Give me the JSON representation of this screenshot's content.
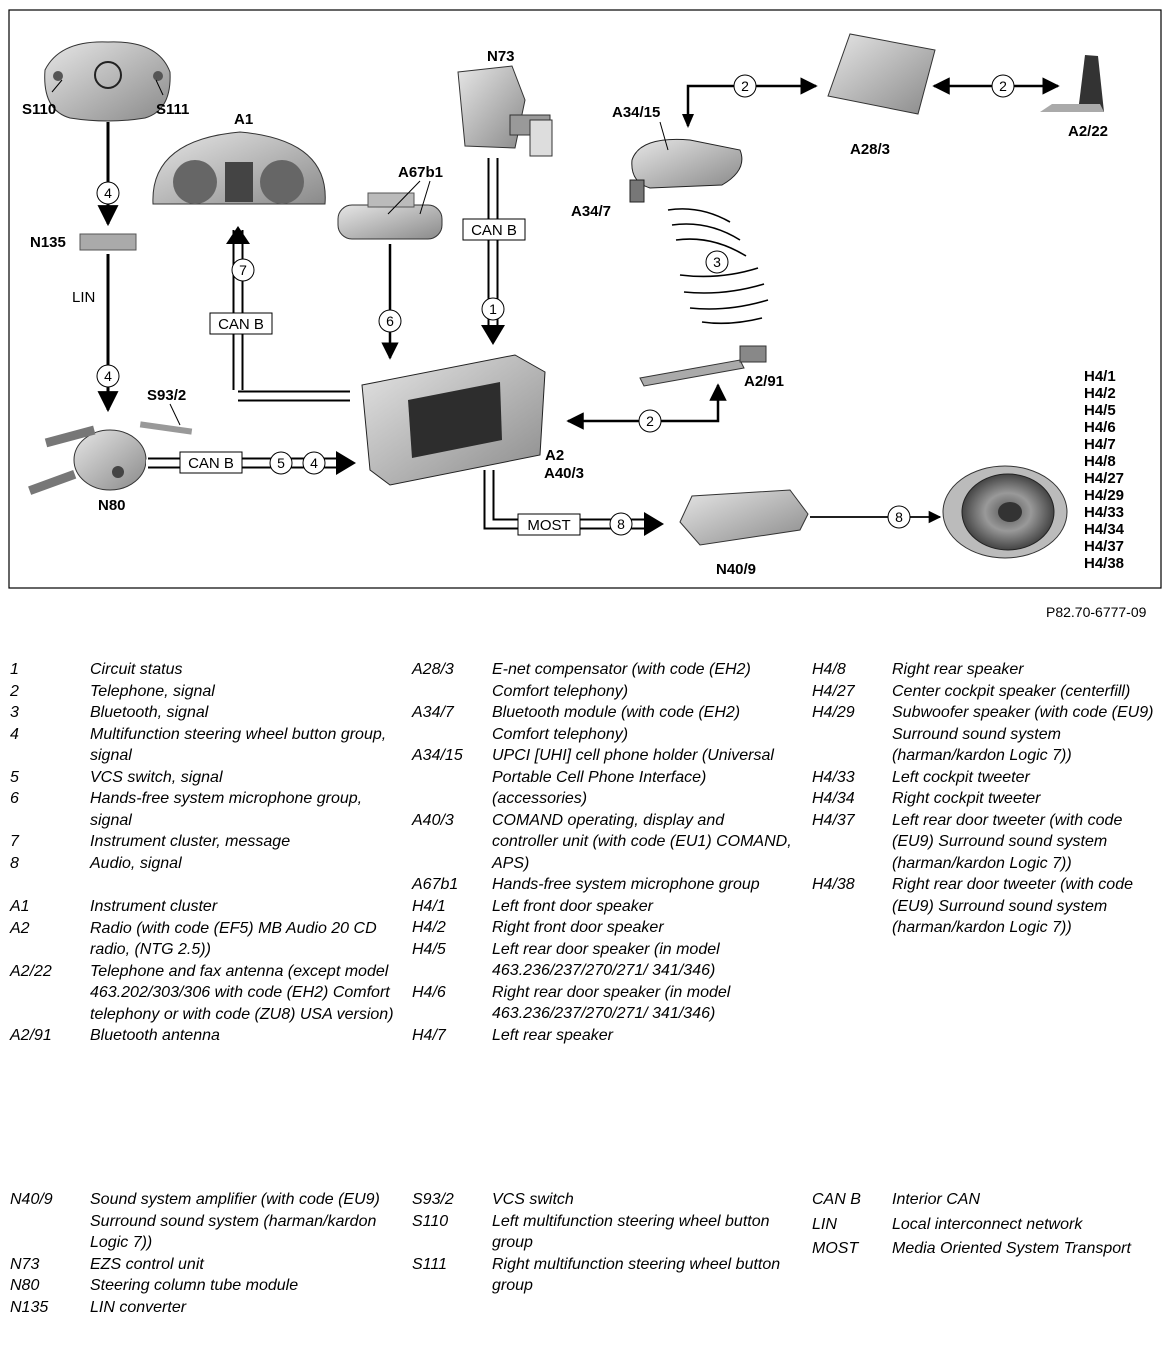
{
  "diagram": {
    "components": {
      "S110": "S110",
      "S111": "S111",
      "A1": "A1",
      "N73": "N73",
      "A34_15": "A34/15",
      "A28_3": "A28/3",
      "A2_22": "A2/22",
      "A34_7": "A34/7",
      "A67b1": "A67b1",
      "N135": "N135",
      "LIN": "LIN",
      "S93_2": "S93/2",
      "N80": "N80",
      "A2": "A2",
      "A40_3": "A40/3",
      "A2_91": "A2/91",
      "N40_9": "N40/9"
    },
    "bus_boxes": {
      "can_b_1": "CAN B",
      "can_b_2": "CAN B",
      "can_b_3": "CAN B",
      "most": "MOST"
    },
    "signal_numbers": {
      "s4a": "4",
      "s4b": "4",
      "s7": "7",
      "s6": "6",
      "s1": "1",
      "s2a": "2",
      "s2b": "2",
      "s2c": "2",
      "s3": "3",
      "s5": "5",
      "s4c": "4",
      "s8a": "8",
      "s8b": "8"
    },
    "speakers": [
      "H4/1",
      "H4/2",
      "H4/5",
      "H4/6",
      "H4/7",
      "H4/8",
      "H4/27",
      "H4/29",
      "H4/33",
      "H4/34",
      "H4/37",
      "H4/38"
    ]
  },
  "figure_ref": "P82.70-6777-09",
  "legend": {
    "col1": [
      {
        "code": "1",
        "desc": "Circuit status"
      },
      {
        "code": "2",
        "desc": "Telephone, signal"
      },
      {
        "code": "3",
        "desc": "Bluetooth, signal"
      },
      {
        "code": "4",
        "desc": "Multifunction steering wheel button group, signal"
      },
      {
        "code": "5",
        "desc": "VCS switch, signal"
      },
      {
        "code": "6",
        "desc": "Hands-free system microphone group, signal"
      },
      {
        "code": "7",
        "desc": "Instrument cluster, message"
      },
      {
        "code": "8",
        "desc": "Audio, signal"
      },
      {
        "code": "A1",
        "desc": "Instrument cluster"
      },
      {
        "code": "A2",
        "desc": "Radio (with code (EF5) MB Audio 20 CD radio, (NTG 2.5))"
      },
      {
        "code": "A2/22",
        "desc": "Telephone and fax antenna (except model 463.202/303/306 with code (EH2) Comfort telephony or with code (ZU8) USA version)"
      },
      {
        "code": "A2/91",
        "desc": "Bluetooth antenna"
      }
    ],
    "col2": [
      {
        "code": "A28/3",
        "desc": "E-net compensator (with code (EH2) Comfort telephony)"
      },
      {
        "code": "A34/7",
        "desc": "Bluetooth module (with code (EH2) Comfort telephony)"
      },
      {
        "code": "A34/15",
        "desc": "UPCI [UHI] cell phone holder (Universal Portable Cell Phone Interface) (accessories)"
      },
      {
        "code": "A40/3",
        "desc": "COMAND operating, display and controller unit (with code (EU1) COMAND, APS)"
      },
      {
        "code": "A67b1",
        "desc": "Hands-free system microphone group"
      },
      {
        "code": "H4/1",
        "desc": "Left front door speaker"
      },
      {
        "code": "H4/2",
        "desc": "Right front door speaker"
      },
      {
        "code": "H4/5",
        "desc": "Left rear door speaker (in model 463.236/237/270/271/ 341/346)"
      },
      {
        "code": "H4/6",
        "desc": "Right rear door speaker (in model 463.236/237/270/271/ 341/346)"
      },
      {
        "code": "H4/7",
        "desc": "Left rear speaker"
      }
    ],
    "col3": [
      {
        "code": "H4/8",
        "desc": "Right rear speaker"
      },
      {
        "code": "H4/27",
        "desc": "Center cockpit speaker (centerfill)"
      },
      {
        "code": "H4/29",
        "desc": "Subwoofer speaker (with code (EU9) Surround sound system (harman/kardon Logic 7))"
      },
      {
        "code": "H4/33",
        "desc": "Left cockpit tweeter"
      },
      {
        "code": "H4/34",
        "desc": "Right cockpit tweeter"
      },
      {
        "code": "H4/37",
        "desc": "Left rear door tweeter (with code (EU9) Surround sound system (harman/kardon Logic 7))"
      },
      {
        "code": "H4/38",
        "desc": "Right rear door tweeter (with code (EU9) Surround sound system (harman/kardon Logic 7))"
      }
    ],
    "col1b": [
      {
        "code": "N40/9",
        "desc": "Sound system amplifier (with code (EU9) Surround sound system (harman/kardon Logic 7))"
      },
      {
        "code": "N73",
        "desc": "EZS control unit"
      },
      {
        "code": "N80",
        "desc": "Steering column tube module"
      },
      {
        "code": "N135",
        "desc": "LIN converter"
      }
    ],
    "col2b": [
      {
        "code": "S93/2",
        "desc": "VCS switch"
      },
      {
        "code": "S110",
        "desc": "Left multifunction steering wheel button group"
      },
      {
        "code": "S111",
        "desc": "Right multifunction steering wheel button group"
      }
    ],
    "col3b": [
      {
        "code": "CAN B",
        "desc": "Interior CAN"
      },
      {
        "code": "LIN",
        "desc": "Local interconnect network"
      },
      {
        "code": "MOST",
        "desc": "Media Oriented System Transport"
      }
    ]
  }
}
